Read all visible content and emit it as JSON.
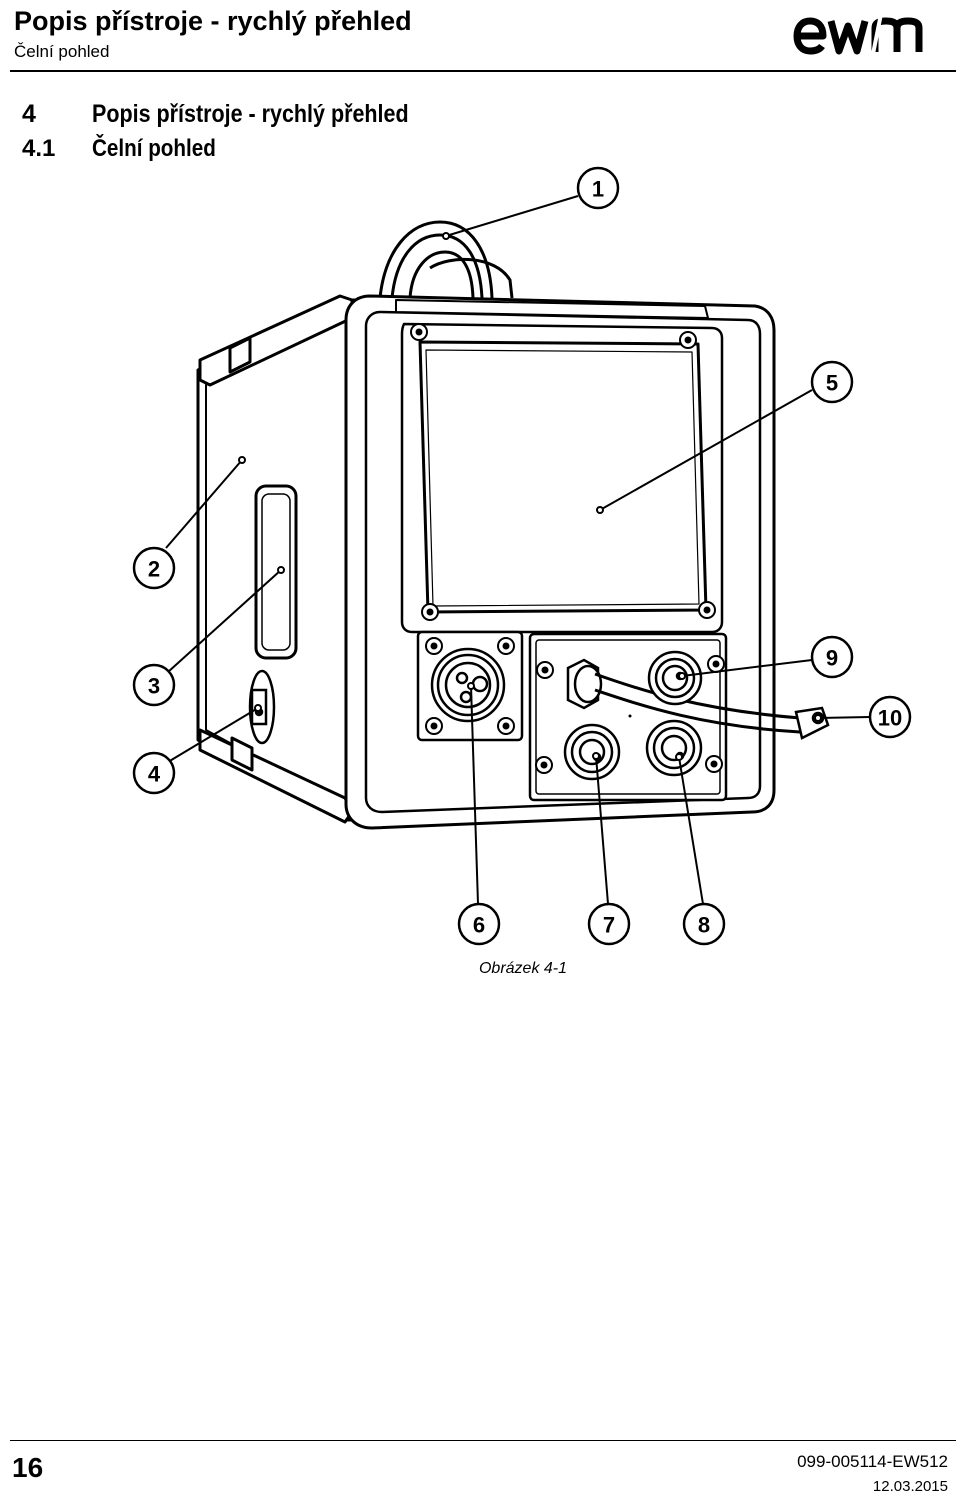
{
  "header": {
    "title": "Popis přístroje - rychlý přehled",
    "subtitle": "Čelní pohled",
    "logo_text": "ewm"
  },
  "section": {
    "number": "4",
    "title": "Popis přístroje - rychlý přehled"
  },
  "subsection": {
    "number": "4.1",
    "title": "Čelní pohled"
  },
  "figure": {
    "callouts": [
      "1",
      "2",
      "3",
      "4",
      "5",
      "6",
      "7",
      "8",
      "9",
      "10"
    ],
    "caption": "Obrázek 4-1"
  },
  "footer": {
    "page_number": "16",
    "doc_id": "099-005114-EW512",
    "date": "12.03.2015"
  }
}
